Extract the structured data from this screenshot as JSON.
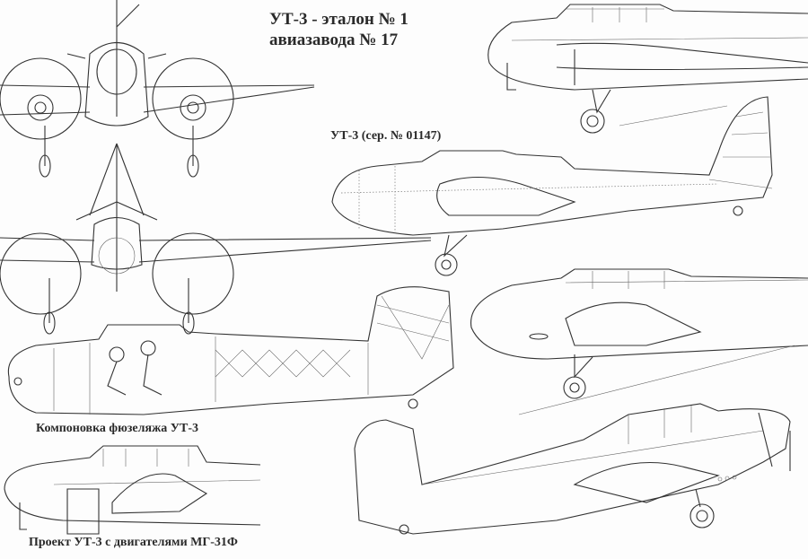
{
  "title": {
    "line1": "УТ-3 - эталон № 1",
    "line2": "авиазавода  № 17"
  },
  "labels": {
    "serial": "УТ-3 (сер. № 01147)",
    "fuselage_layout": "Компоновка фюзеляжа УТ-3",
    "project": "Проект УТ-3 с двигателями МГ-31Ф"
  }
}
